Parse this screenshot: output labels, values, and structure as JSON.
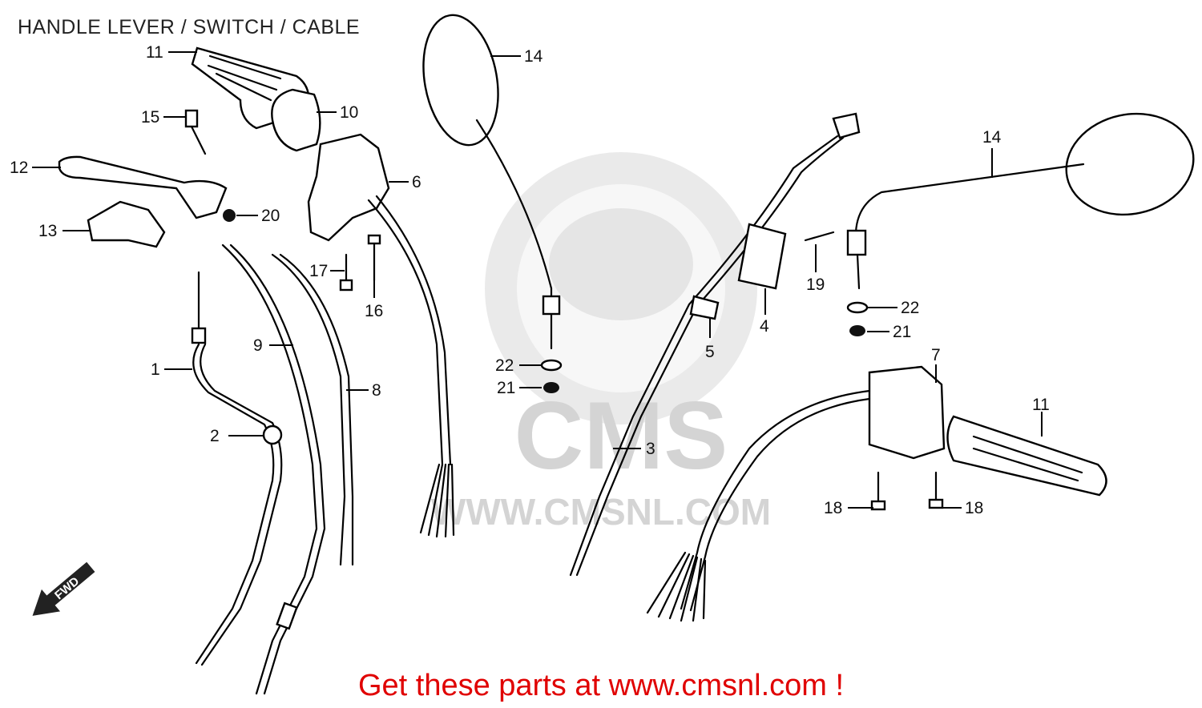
{
  "title": "HANDLE LEVER / SWITCH / CABLE",
  "watermark": {
    "brand": "CMS",
    "url": "WWW.CMSNL.COM"
  },
  "fwd_label": "FWD",
  "call_to_action": "Get these parts at www.cmsnl.com !",
  "callouts": [
    {
      "id": "c11a",
      "label": "11"
    },
    {
      "id": "c10",
      "label": "10"
    },
    {
      "id": "c15",
      "label": "15"
    },
    {
      "id": "c12",
      "label": "12"
    },
    {
      "id": "c6",
      "label": "6"
    },
    {
      "id": "c20",
      "label": "20"
    },
    {
      "id": "c13",
      "label": "13"
    },
    {
      "id": "c17",
      "label": "17"
    },
    {
      "id": "c16",
      "label": "16"
    },
    {
      "id": "c9",
      "label": "9"
    },
    {
      "id": "c1",
      "label": "1"
    },
    {
      "id": "c8",
      "label": "8"
    },
    {
      "id": "c2",
      "label": "2"
    },
    {
      "id": "c14a",
      "label": "14"
    },
    {
      "id": "c22a",
      "label": "22"
    },
    {
      "id": "c21a",
      "label": "21"
    },
    {
      "id": "c3",
      "label": "3"
    },
    {
      "id": "c5",
      "label": "5"
    },
    {
      "id": "c4",
      "label": "4"
    },
    {
      "id": "c19",
      "label": "19"
    },
    {
      "id": "c14b",
      "label": "14"
    },
    {
      "id": "c22b",
      "label": "22"
    },
    {
      "id": "c21b",
      "label": "21"
    },
    {
      "id": "c7",
      "label": "7"
    },
    {
      "id": "c11b",
      "label": "11"
    },
    {
      "id": "c18a",
      "label": "18"
    },
    {
      "id": "c18b",
      "label": "18"
    }
  ],
  "colors": {
    "cta": "#e00000",
    "line_art": "#000000",
    "watermark": "#d9d9d9"
  }
}
